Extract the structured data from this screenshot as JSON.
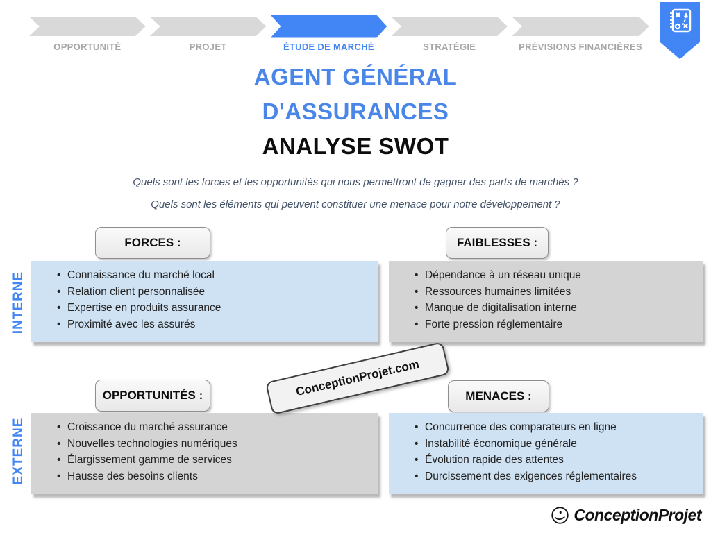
{
  "process_bar": {
    "steps": [
      {
        "label": "OPPORTUNITÉ",
        "active": false
      },
      {
        "label": "PROJET",
        "active": false
      },
      {
        "label": "ÉTUDE DE MARCHÉ",
        "active": true
      },
      {
        "label": "STRATÉGIE",
        "active": false
      },
      {
        "label": "PRÉVISIONS FINANCIÈRES",
        "active": false
      }
    ]
  },
  "badge": {
    "icon": "strategy-plan-icon"
  },
  "title": {
    "line1": "AGENT GÉNÉRAL",
    "line2": "D'ASSURANCES",
    "line3": "ANALYSE SWOT"
  },
  "questions": {
    "q1": "Quels sont les forces et les opportunités qui nous permettront de gagner des parts de marchés ?",
    "q2": "Quels sont les éléments qui peuvent constituer une menace pour notre développement ?"
  },
  "axis": {
    "internal": "INTERNE",
    "external": "EXTERNE"
  },
  "quadrants": [
    {
      "header": "FORCES :",
      "items": [
        "Connaissance du marché local",
        "Relation client personnalisée",
        "Expertise en produits assurance",
        "Proximité avec les assurés"
      ]
    },
    {
      "header": "FAIBLESSES :",
      "items": [
        "Dépendance à un réseau unique",
        "Ressources humaines limitées",
        "Manque de digitalisation interne",
        "Forte pression réglementaire"
      ]
    },
    {
      "header": "OPPORTUNITÉS :",
      "items": [
        "Croissance du marché assurance",
        "Nouvelles technologies numériques",
        "Élargissement gamme de services",
        "Hausse des besoins clients"
      ]
    },
    {
      "header": "MENACES :",
      "items": [
        "Concurrence des comparateurs en ligne",
        "Instabilité économique générale",
        "Évolution rapide des attentes",
        "Durcissement des exigences réglementaires"
      ]
    }
  ],
  "watermark": {
    "text": "ConceptionProjet.com"
  },
  "logo": {
    "text": "ConceptionProjet",
    "icon": "hand-logo-icon"
  },
  "colors": {
    "accent_blue": "#4285f4",
    "title_blue": "#4a86e8",
    "box_blue": "#cfe2f3",
    "box_gray": "#d4d4d4",
    "inactive_label_gray": "#a6a6a6",
    "question_gray_blue": "#44546a"
  }
}
